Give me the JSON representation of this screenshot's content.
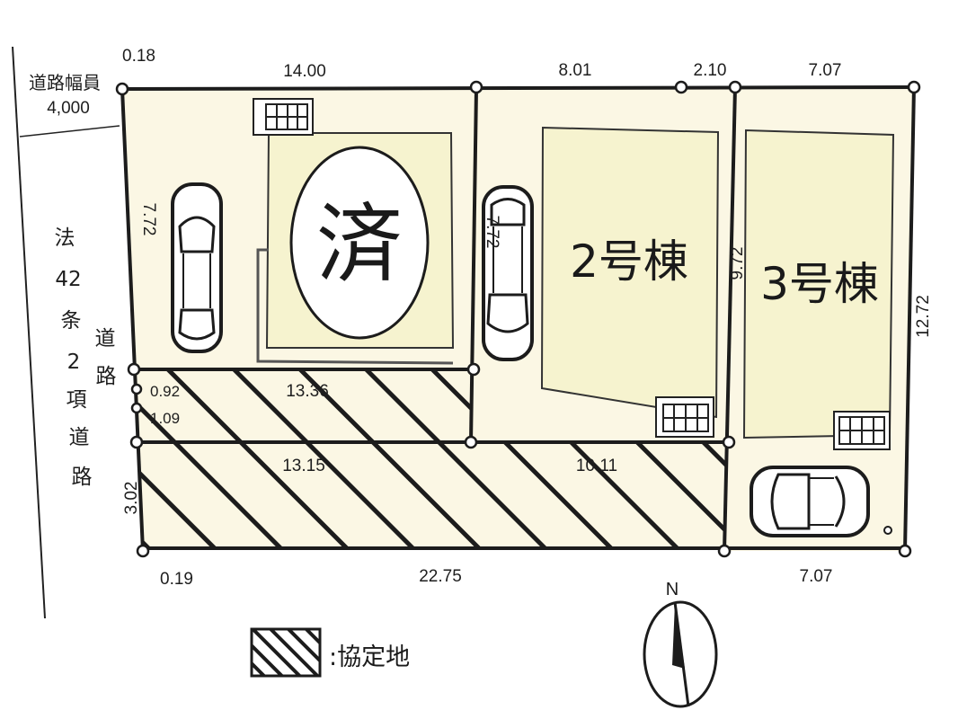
{
  "road": {
    "width_label": "道路幅員",
    "width_value": "4,000",
    "type_chars": [
      "法",
      "42",
      "条",
      "2",
      "項",
      "道",
      "路"
    ],
    "road_chars": [
      "道",
      "路"
    ]
  },
  "dimensions": {
    "top_offset": "0.18",
    "top_seg1": "14.00",
    "top_seg2": "8.01",
    "top_seg3": "2.10",
    "top_seg4": "7.07",
    "left_depth": "7.72",
    "strip_offset1": "0.92",
    "strip_offset2": "1.09",
    "strip_upper_len": "13.36",
    "strip_lower_len1": "13.15",
    "strip_lower_len2": "10.11",
    "left_lower_depth": "3.02",
    "bottom_offset": "0.19",
    "bottom_len1": "22.75",
    "bottom_len2": "7.07",
    "lot2_depth": "7.72",
    "lot3_depth": "9.72",
    "right_depth": "12.72"
  },
  "lots": {
    "lot1_status": "済",
    "lot2_label": "2号棟",
    "lot3_label": "3号棟"
  },
  "legend": {
    "agreement_land": ":協定地"
  },
  "compass": {
    "north": "N"
  },
  "colors": {
    "lot_fill": "#fbf7e4",
    "building_fill": "#f6f3cf",
    "line": "#1c1c1c"
  }
}
